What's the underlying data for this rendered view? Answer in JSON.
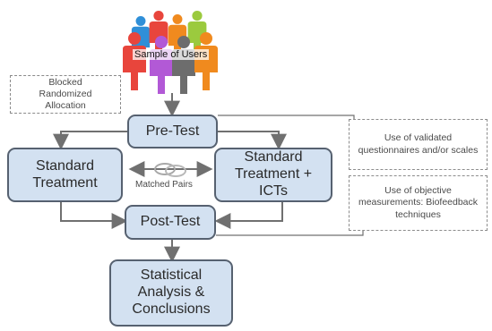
{
  "sample_label": "Sample of Users",
  "allocation_note": "Blocked Randomized Allocation",
  "pre_test": "Pre-Test",
  "standard_treatment": "Standard Treatment",
  "standard_treatment_icts": "Standard Treatment + ICTs",
  "matched_pairs": "Matched Pairs",
  "post_test": "Post-Test",
  "analysis": "Statistical Analysis & Conclusions",
  "questionnaires_note": "Use of validated questionnaires and/or scales",
  "measurements_note": "Use of objective measurements: Biofeedback techniques",
  "colors": {
    "box_fill": "#d3e1f1",
    "box_border": "#566170",
    "arrow": "#707070",
    "people": [
      "#2f8fd8",
      "#e8453c",
      "#f08a1e",
      "#9bca3e",
      "#e8453c",
      "#b259d6",
      "#6d6d6d",
      "#f08a1e"
    ]
  }
}
